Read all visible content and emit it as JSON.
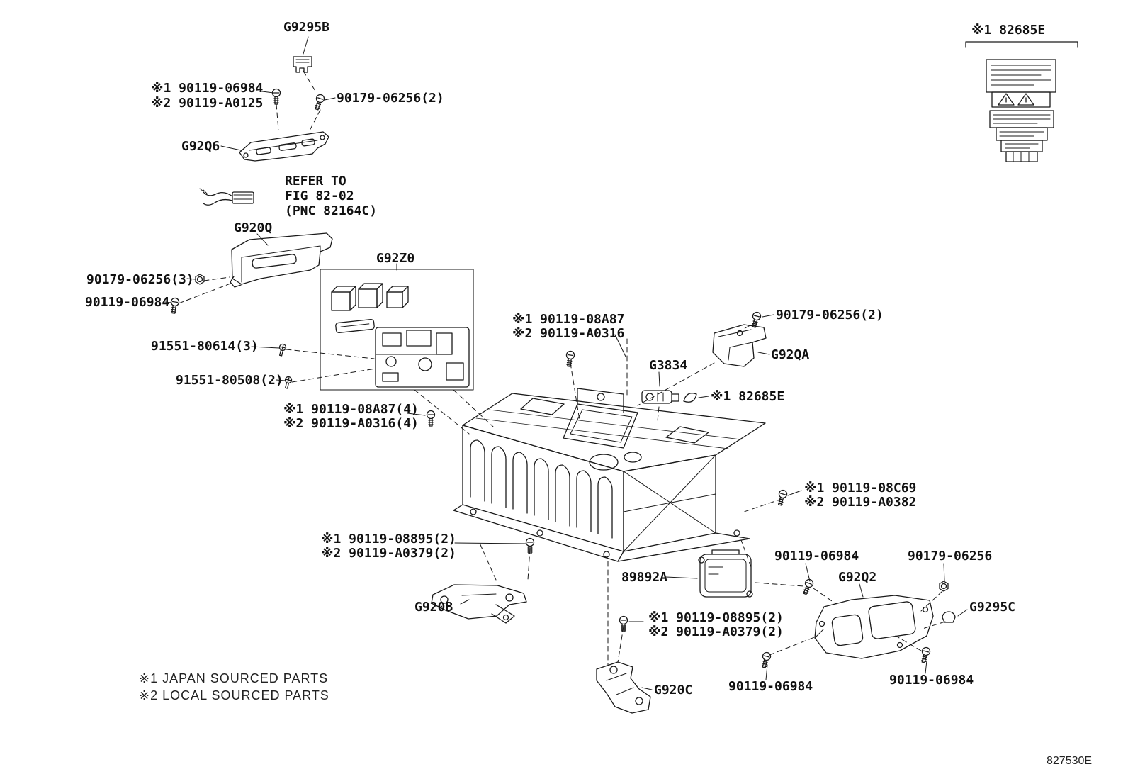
{
  "colors": {
    "ink": "#1a1a1a",
    "background": "#ffffff"
  },
  "labels": {
    "g9295b": "G9295B",
    "screw_06984_top_ref1": "※1 90119-06984",
    "screw_a0125_top_ref2": "※2 90119-A0125",
    "screw_06256_top": "90179-06256(2)",
    "g92q6": "G92Q6",
    "refer_line1": "REFER TO",
    "refer_line2": "FIG 82-02",
    "refer_line3": "(PNC 82164C)",
    "g920q": "G920Q",
    "g92z0": "G92Z0",
    "nut_06256_left": "90179-06256(3)",
    "screw_06984_left": "90119-06984",
    "screw_80614": "91551-80614(3)",
    "screw_80508": "91551-80508(2)",
    "screw_08a87_ref1": "※1 90119-08A87",
    "screw_a0316_ref2": "※2 90119-A0316",
    "screw_06256_right2": "90179-06256(2)",
    "g92qa": "G92QA",
    "g3834": "G3834",
    "clip_82685e_mid": "※1 82685E",
    "sticker_82685e_top": "※1 82685E",
    "screw_08a87_4_ref1": "※1 90119-08A87(4)",
    "screw_a0316_4_ref2": "※2 90119-A0316(4)",
    "screw_08c69_ref1": "※1 90119-08C69",
    "screw_a0382_ref2": "※2 90119-A0382",
    "screw_08895_left_ref1": "※1 90119-08895(2)",
    "screw_a0379_left_ref2": "※2 90119-A0379(2)",
    "ecu_89892a": "89892A",
    "screw_06984_mid": "90119-06984",
    "g92q2": "G92Q2",
    "nut_06256_right": "90179-06256",
    "g9295c": "G9295C",
    "g920b": "G920B",
    "screw_08895_bottom_ref1": "※1 90119-08895(2)",
    "screw_a0379_bottom_ref2": "※2 90119-A0379(2)",
    "g920c": "G920C",
    "screw_06984_bottom1": "90119-06984",
    "screw_06984_bottom2": "90119-06984"
  },
  "legend": {
    "note1": "※1 JAPAN SOURCED PARTS",
    "note2": "※2 LOCAL SOURCED PARTS"
  },
  "footer": {
    "figure_code": "827530E"
  }
}
